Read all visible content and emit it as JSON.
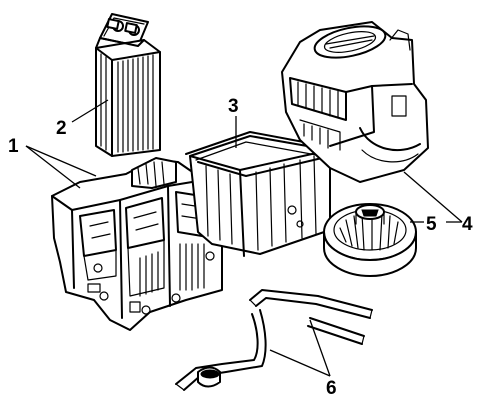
{
  "callouts": {
    "c1": "1",
    "c2": "2",
    "c3": "3",
    "c4": "4",
    "c5": "5",
    "c6": "6"
  },
  "parts": [
    {
      "id": "heater-core",
      "name": "heater-core-icon"
    },
    {
      "id": "heater-case",
      "name": "heater-case-icon"
    },
    {
      "id": "evaporator-case",
      "name": "evaporator-case-icon"
    },
    {
      "id": "blower-housing",
      "name": "blower-housing-icon"
    },
    {
      "id": "blower-motor",
      "name": "blower-motor-icon"
    },
    {
      "id": "hoses",
      "name": "hoses-icon"
    }
  ]
}
